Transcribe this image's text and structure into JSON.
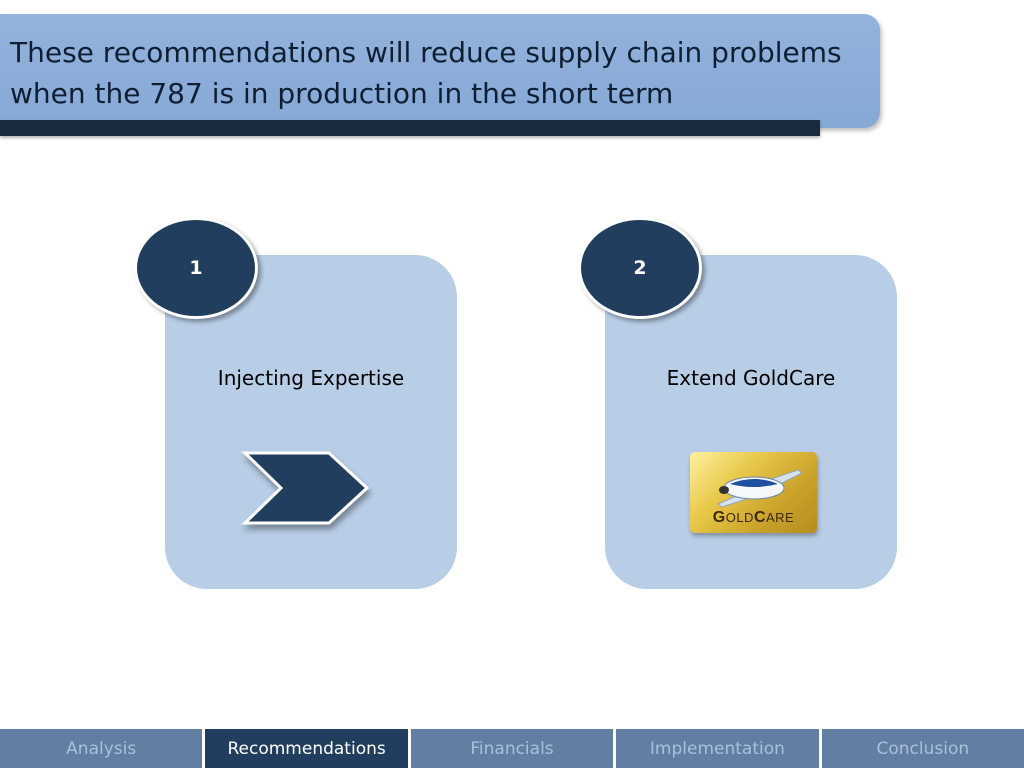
{
  "slide": {
    "title": "These recommendations will reduce supply chain problems\nwhen the 787 is in production in the short term"
  },
  "cards": [
    {
      "number": "1",
      "label": "Injecting Expertise",
      "icon": "chevron-right-icon"
    },
    {
      "number": "2",
      "label": "Extend GoldCare",
      "icon": "goldcare-logo"
    }
  ],
  "goldcare_logo": {
    "g": "G",
    "old": "OLD",
    "c": "C",
    "are": "ARE"
  },
  "nav": {
    "items": [
      {
        "label": "Analysis",
        "active": false
      },
      {
        "label": "Recommendations",
        "active": true
      },
      {
        "label": "Financials",
        "active": false
      },
      {
        "label": "Implementation",
        "active": false
      },
      {
        "label": "Conclusion",
        "active": false
      }
    ]
  },
  "colors": {
    "title_bar": "#8fb0da",
    "dark_navy": "#223e5f",
    "card_bg": "#b8cde6",
    "nav_bg": "#627fa3"
  }
}
